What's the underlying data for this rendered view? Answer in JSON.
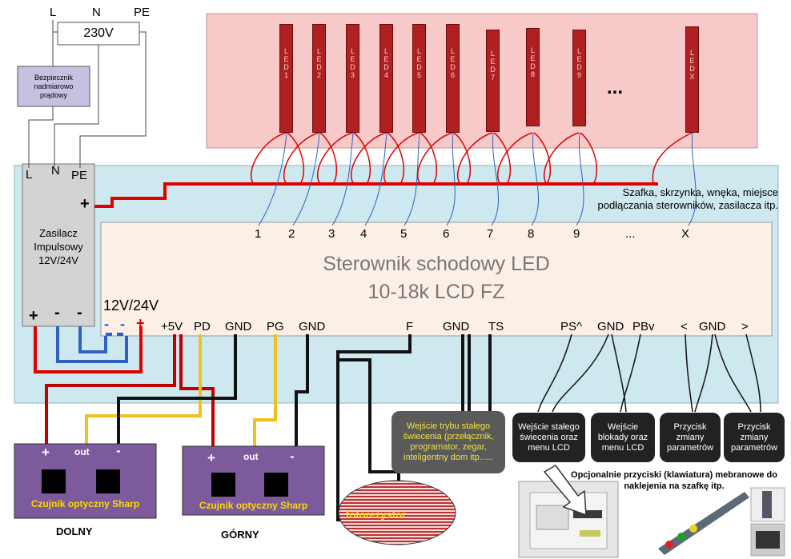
{
  "mains": {
    "l": "L",
    "n": "N",
    "pe": "PE",
    "voltage": "230V",
    "fuse": "Bezpiecznik nadmiarowo prądowy"
  },
  "psu": {
    "l": "L",
    "n": "N",
    "pe": "PE",
    "plus_top": "+",
    "title": "Zasilacz Impulsowy 12V/24V",
    "out_plus": "+",
    "out_minus1": "-",
    "out_minus2": "-",
    "out_label": "12V/24V"
  },
  "leds": [
    "LED1",
    "LED2",
    "LED3",
    "LED4",
    "LED5",
    "LED6",
    "LED7",
    "LED8",
    "LED9",
    "LEDX"
  ],
  "led_dots": "...",
  "cabinet_note": "Szafka, skrzynka, wnęka, miejsce podłączania sterowników, zasilacza itp.",
  "controller": {
    "title_line1": "Sterownik schodowy LED",
    "title_line2": "10-18k LCD FZ",
    "outputs": [
      "1",
      "2",
      "3",
      "4",
      "5",
      "6",
      "7",
      "8",
      "9",
      "...",
      "X"
    ],
    "terminals": {
      "plus5v": "+5V",
      "pd": "PD",
      "gnd1": "GND",
      "pg": "PG",
      "gnd2": "GND",
      "f": "F",
      "gnd3": "GND",
      "ts": "TS",
      "ps": "PS^",
      "gnd4": "GND",
      "pbv": "PBv",
      "lt": "<",
      "gnd5": "GND",
      "gt": ">"
    }
  },
  "boxes": {
    "ts_input": "Wejście trybu stałego świecenia (przełącznik, programator, zegar, inteligentny dom itp…..",
    "const_menu": "Wejście stałego świecenia oraz menu LCD",
    "block_menu": "Wejście blokady oraz menu LCD",
    "btn1": "Przycisk zmiany parametrów",
    "btn2": "Przycisk zmiany parametrów",
    "membrane_note": "Opcjonalnie przyciski (klawiatura) mebranowe do naklejenia na szafkę itp."
  },
  "sensors": {
    "lower": {
      "plus": "+",
      "out": "out",
      "minus": "-",
      "name": "Czujnik optyczny Sharp",
      "caption": "DOLNY"
    },
    "upper": {
      "plus": "+",
      "out": "out",
      "minus": "-",
      "name": "Czujnik optyczny Sharp",
      "caption": "GÓRNY"
    }
  },
  "photoresistor": "fotorezystor",
  "colors": {
    "led_panel": "#f8c9c9",
    "led_bar": "#b02020",
    "cabinet": "#cde8ee",
    "controller": "#fcefe6",
    "psu": "#d3d3d3",
    "sensor": "#7c5a9c",
    "sensor_text": "#ffd700",
    "box_dark": "#222222",
    "box_gray": "#5a5a5a",
    "wire_red": "#e00000",
    "wire_blue": "#3060c0",
    "wire_yellow": "#f0c020",
    "wire_black": "#111111"
  }
}
